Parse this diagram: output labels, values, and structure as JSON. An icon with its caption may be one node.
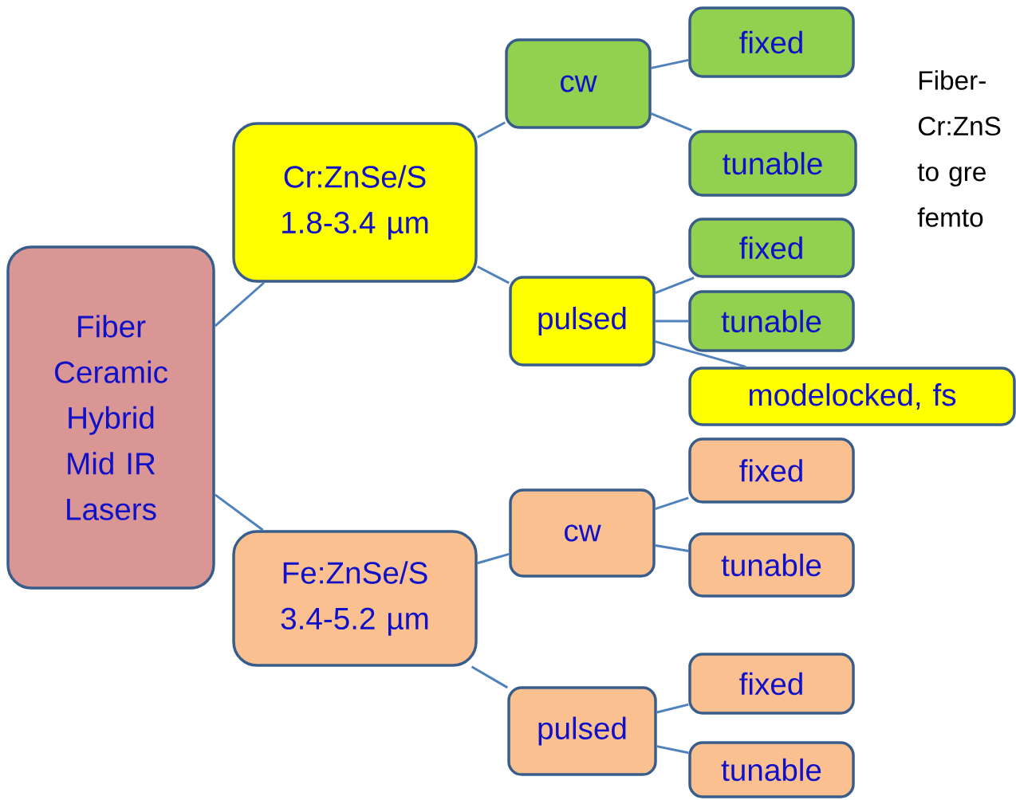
{
  "diagram": {
    "nodes": [
      {
        "text": [
          "Fiber Ceramic Hybrid Mid IR Lasers"
        ]
      },
      {
        "text": [
          "Cr:ZnSe/S 1.8-3.4 µm"
        ]
      },
      {
        "text": [
          "cw"
        ]
      },
      {
        "text": [
          "fixed"
        ]
      },
      {
        "text": [
          "tunable"
        ]
      },
      {
        "text": [
          "pulsed"
        ]
      },
      {
        "text": [
          "fixed"
        ]
      },
      {
        "text": [
          "tunable"
        ]
      },
      {
        "text": [
          "modelocked, fs"
        ]
      },
      {
        "text": [
          "Fe:ZnSe/S 3.4-5.2 µm"
        ]
      },
      {
        "text": [
          "cw"
        ]
      },
      {
        "text": [
          "fixed"
        ]
      },
      {
        "text": [
          "tunable"
        ]
      },
      {
        "text": [
          "pulsed"
        ]
      },
      {
        "text": [
          "fixed"
        ]
      },
      {
        "text": [
          "tunable"
        ]
      }
    ],
    "edges": [
      {
        "from": 0,
        "to": 1,
        "arrow": "none"
      },
      {
        "from": 0,
        "to": 9,
        "arrow": "none"
      },
      {
        "from": 1,
        "to": 2,
        "arrow": "none"
      },
      {
        "from": 1,
        "to": 5,
        "arrow": "none"
      },
      {
        "from": 2,
        "to": 3,
        "arrow": "none"
      },
      {
        "from": 2,
        "to": 4,
        "arrow": "none"
      },
      {
        "from": 5,
        "to": 6,
        "arrow": "none"
      },
      {
        "from": 5,
        "to": 7,
        "arrow": "none"
      },
      {
        "from": 5,
        "to": 8,
        "arrow": "none"
      },
      {
        "from": 9,
        "to": 10,
        "arrow": "none"
      },
      {
        "from": 9,
        "to": 13,
        "arrow": "none"
      },
      {
        "from": 10,
        "to": 11,
        "arrow": "none"
      },
      {
        "from": 10,
        "to": 12,
        "arrow": "none"
      },
      {
        "from": 13,
        "to": 14,
        "arrow": "none"
      },
      {
        "from": 13,
        "to": 15,
        "arrow": "none"
      }
    ],
    "labels": [
      "Fiber- Cr:ZnS to gre femto"
    ]
  }
}
